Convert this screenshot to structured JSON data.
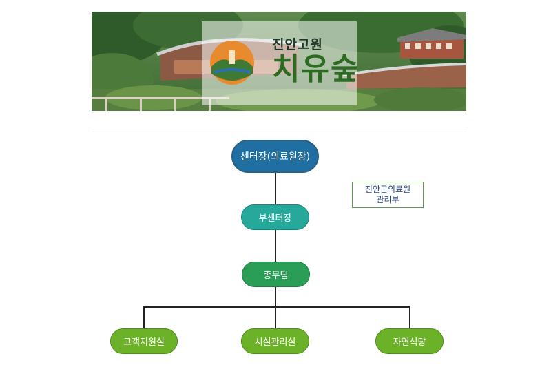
{
  "banner": {
    "title": "진안고원",
    "brand": "치유숲"
  },
  "org": {
    "director": "센터장(의료원장)",
    "deputy": "부센터장",
    "general_team": "총무팀",
    "units": [
      "고객지원실",
      "시설관리실",
      "자연식당"
    ],
    "affiliation_line1": "진안군의료원",
    "affiliation_line2": "관리부"
  },
  "colors": {
    "director": "#1f6fa3",
    "deputy": "#26a89a",
    "team": "#2a9e56",
    "units": "#6cb229"
  }
}
